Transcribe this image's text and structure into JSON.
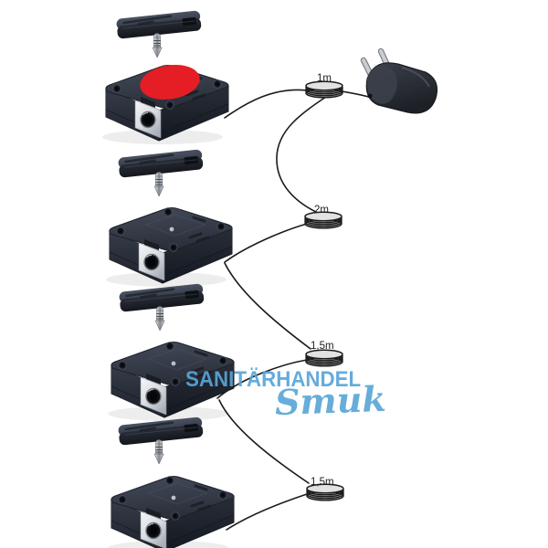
{
  "product_photo": {
    "watermark": {
      "line1": "SANITÄRHANDEL",
      "line2": "Smuk",
      "color": "#58a5d8"
    },
    "cables": [
      {
        "label": "1m"
      },
      {
        "label": "2m"
      },
      {
        "label": "1,5m"
      },
      {
        "label": "1,5m"
      }
    ],
    "colors": {
      "device_top": "#363c49",
      "device_body": "#262b34",
      "red_marker": "#e41e24",
      "plate": "#e9ebee",
      "cable": "#1b1b1b",
      "watermark_blue": "#58a5d8",
      "background": "#ffffff"
    },
    "objects": {
      "power_plug": "eu-power-plug",
      "lock_units": [
        "lock-unit-with-red-marker",
        "lock-unit",
        "lock-unit",
        "lock-unit"
      ],
      "cable_coils": [
        "coil-1m",
        "coil-2m",
        "coil-1-5m",
        "coil-1-5m"
      ]
    }
  }
}
